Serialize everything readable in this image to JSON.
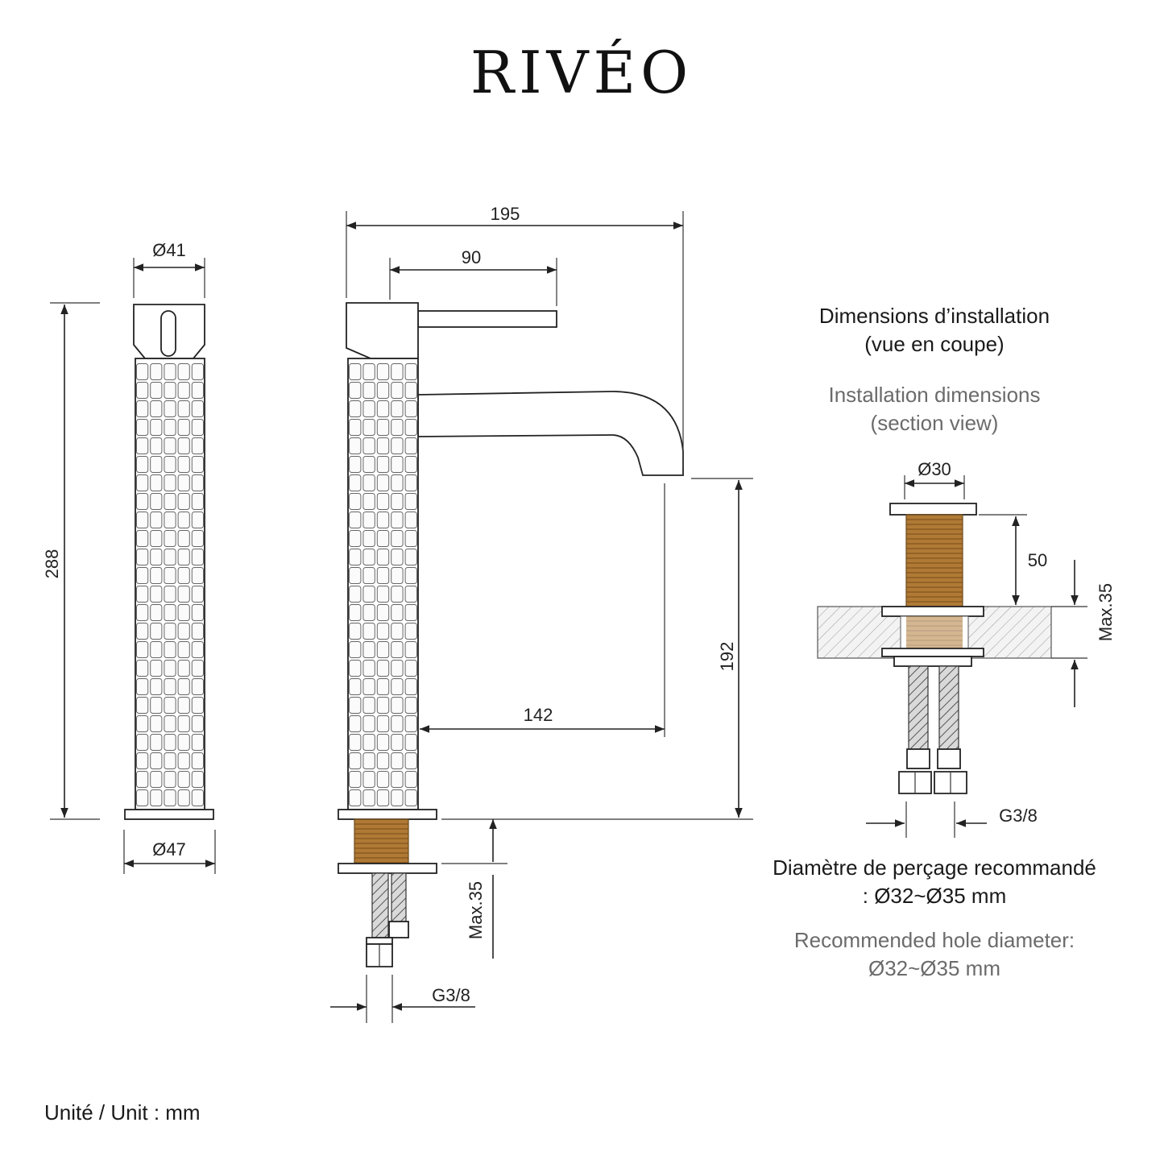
{
  "brand": "RIVÉO",
  "dimensions": {
    "head_diameter": "Ø41",
    "base_diameter": "Ø47",
    "total_height": "288",
    "total_length": "195",
    "handle_length": "90",
    "spout_reach": "142",
    "spout_height": "192",
    "max_thickness_left": "Max.35",
    "connector_left": "G3/8",
    "thread_diameter": "Ø30",
    "thread_length": "50",
    "max_thickness_right": "Max.35",
    "connector_right": "G3/8"
  },
  "section_title": {
    "fr_line1": "Dimensions d’installation",
    "fr_line2": "(vue en coupe)",
    "en_line1": "Installation dimensions",
    "en_line2": "(section view)"
  },
  "hole": {
    "fr_line1": "Diamètre de perçage recommandé",
    "fr_line2": ": Ø32~Ø35 mm",
    "en_line1": "Recommended hole diameter:",
    "en_line2": "Ø32~Ø35 mm"
  },
  "unit_label": "Unité / Unit : mm",
  "colors": {
    "line": "#222222",
    "brass": "#b07a35",
    "secondary_text": "#6b6b6b"
  }
}
